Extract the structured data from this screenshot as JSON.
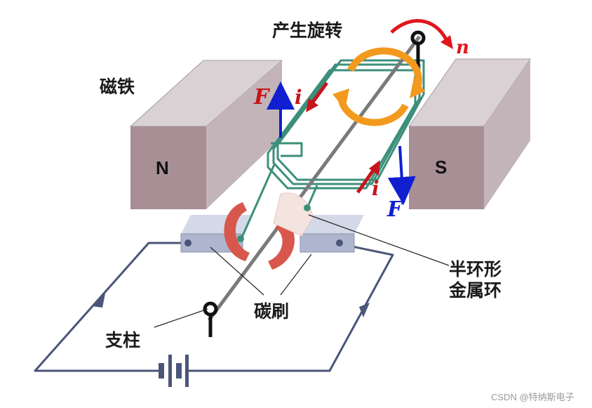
{
  "labels": {
    "rotation": "产生旋转",
    "magnet": "磁铁",
    "half_ring_line1": "半环形",
    "half_ring_line2": "金属环",
    "brush": "碳刷",
    "support": "支柱"
  },
  "symbols": {
    "rotation_speed": "n",
    "force_left": "F",
    "force_right": "F",
    "current_left": "i",
    "current_right": "i"
  },
  "poles": {
    "north": "N",
    "south": "S"
  },
  "watermark": "CSDN @特纳斯电子",
  "colors": {
    "magnet_front": "#a88f96",
    "magnet_top": "#d9d1d3",
    "magnet_side": "#c2b4b8",
    "coil": "#3c8f7a",
    "force": "#1020d0",
    "current": "#c4161c",
    "rotation_arrow": "#f39a1e",
    "circuit": "#4a5578",
    "brush": "#aeb6cf",
    "half_ring": "#d8574c"
  }
}
